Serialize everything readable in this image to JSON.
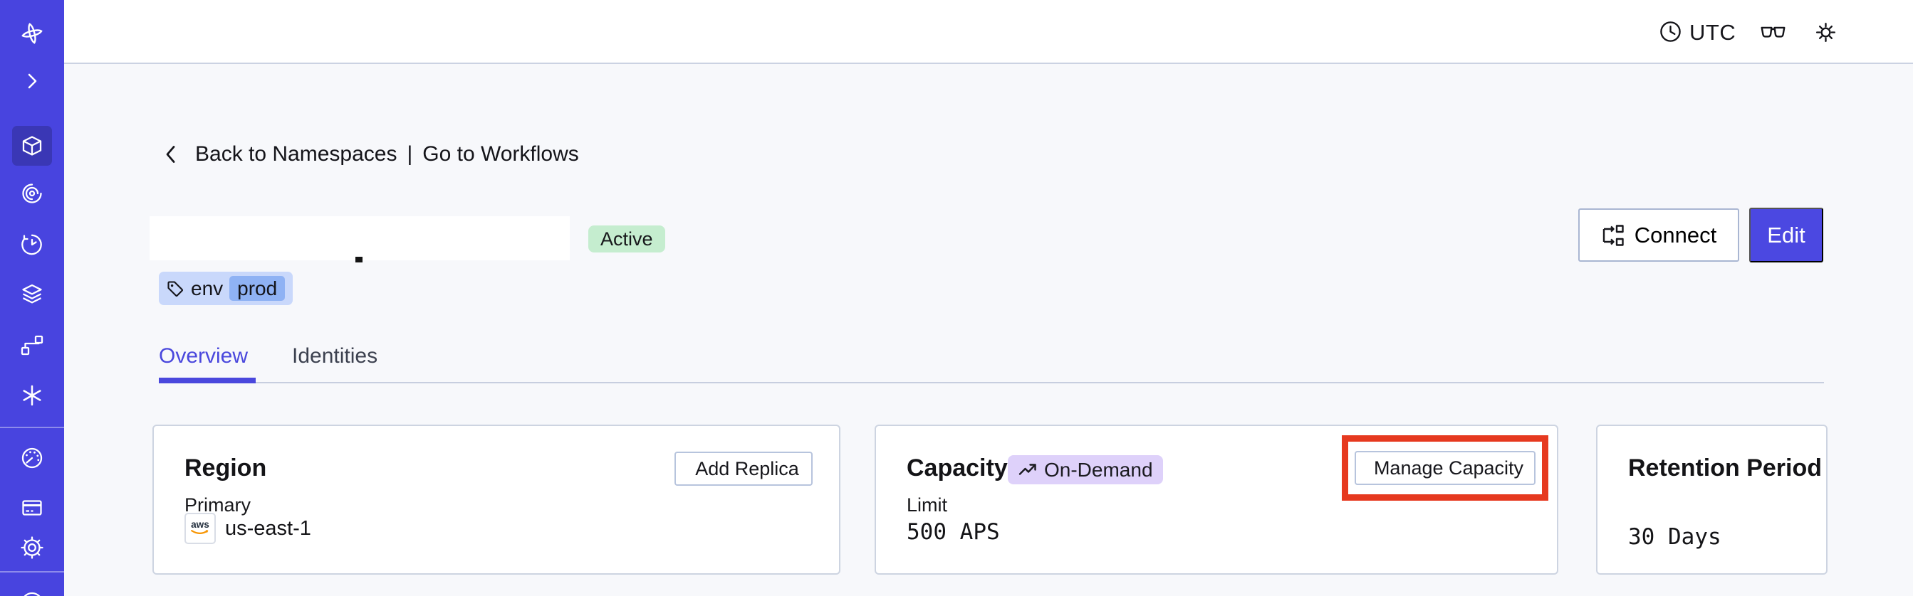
{
  "topbar": {
    "timezone": "UTC",
    "icons": [
      "clock-icon",
      "glasses-icon",
      "light-mode-icon",
      "user-avatar"
    ]
  },
  "sidebar": {
    "icons": [
      "temporal-logo",
      "expand-chevron-icon",
      "namespaces-icon",
      "workflows-icon",
      "schedules-icon",
      "deployments-icon",
      "pipelines-icon",
      "nexus-icon",
      "usage-icon",
      "billing-icon",
      "settings-icon",
      "support-icon"
    ],
    "active_item": "namespaces"
  },
  "breadcrumb": {
    "back_label": "Back to Namespaces",
    "separator": "|",
    "workflows_label": "Go to Workflows"
  },
  "header": {
    "status_badge": "Active",
    "tag": {
      "key": "env",
      "value": "prod"
    },
    "connect_label": "Connect",
    "edit_label": "Edit"
  },
  "tabs": {
    "overview": "Overview",
    "identities": "Identities"
  },
  "cards": {
    "region": {
      "title": "Region",
      "plus": "+",
      "add_replica_label": "Add Replica",
      "primary_label": "Primary",
      "provider": "aws",
      "region_value": "us-east-1"
    },
    "capacity": {
      "title": "Capacity",
      "badge": "On-Demand",
      "manage_label": "Manage Capacity",
      "limit_label": "Limit",
      "limit_value": "500 APS"
    },
    "retention": {
      "title": "Retention Period",
      "value": "30 Days"
    }
  },
  "colors": {
    "sidebar": "#4844df",
    "sidebar_active": "#3a37b5",
    "accent": "#4a48dd",
    "edit_button": "#4b48e1",
    "active_badge_bg": "#c5edcf",
    "tag_bg": "#c9d8fb",
    "tag_value_bg": "#8fb2f4",
    "ondemand_badge_bg": "#ded1fa",
    "highlight_red": "#e6391f",
    "page_bg": "#f7f8fb",
    "card_border": "#cdd4e1",
    "aws_orange": "#f79400"
  }
}
